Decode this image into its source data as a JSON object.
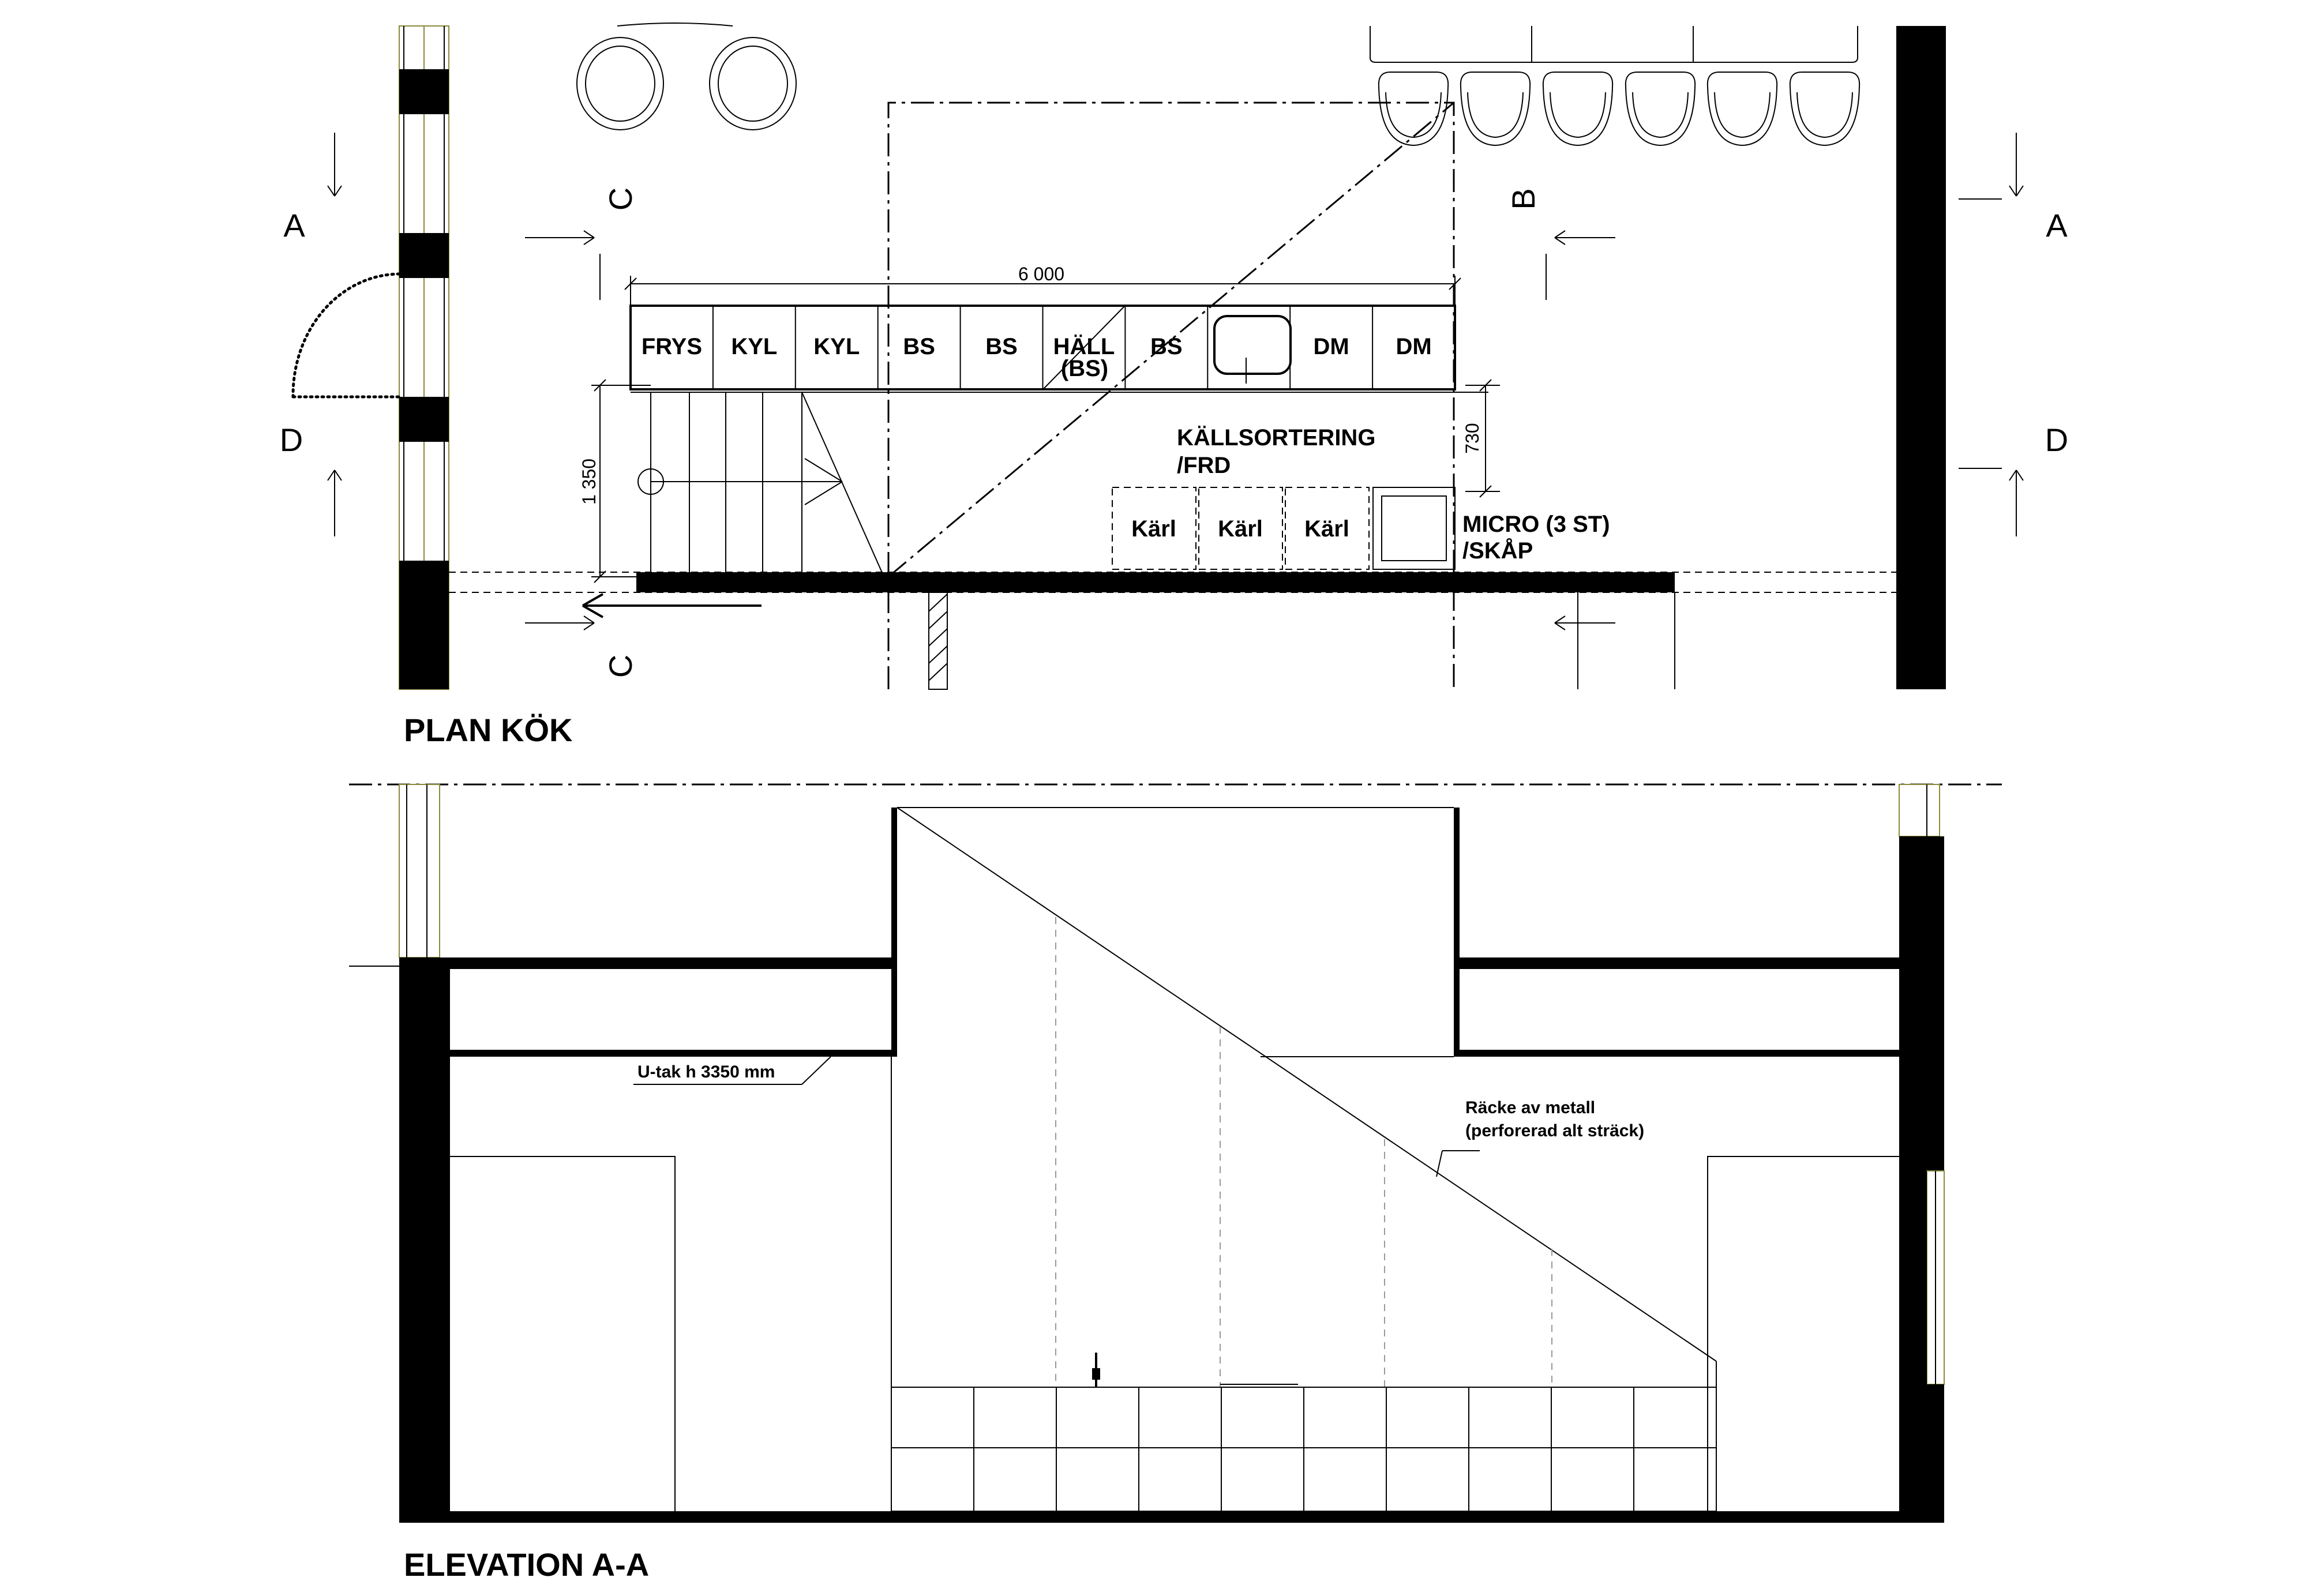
{
  "plan": {
    "title": "PLAN KÖK",
    "section_markers": {
      "a": "A",
      "b": "B",
      "c": "C",
      "d": "D"
    },
    "dimensions": {
      "length": "6 000",
      "depth": "1 350",
      "depth2": "730"
    },
    "cabinets": [
      "FRYS",
      "KYL",
      "KYL",
      "BS",
      "BS",
      "HÄLL",
      "BS",
      "",
      "DM",
      "DM"
    ],
    "hall_sub": "(BS)",
    "kallsortering_line1": "KÄLLSORTERING",
    "kallsortering_line2": "/FRD",
    "karl_boxes": [
      "Kärl",
      "Kärl",
      "Kärl"
    ],
    "micro_line1": "MICRO (3 ST)",
    "micro_line2": "/SKÅP"
  },
  "elevation": {
    "title": "ELEVATION A-A",
    "ceiling_note": "U-tak h 3350 mm",
    "railing_line1": "Räcke av metall",
    "railing_line2": "(perforerad alt sträck)"
  }
}
